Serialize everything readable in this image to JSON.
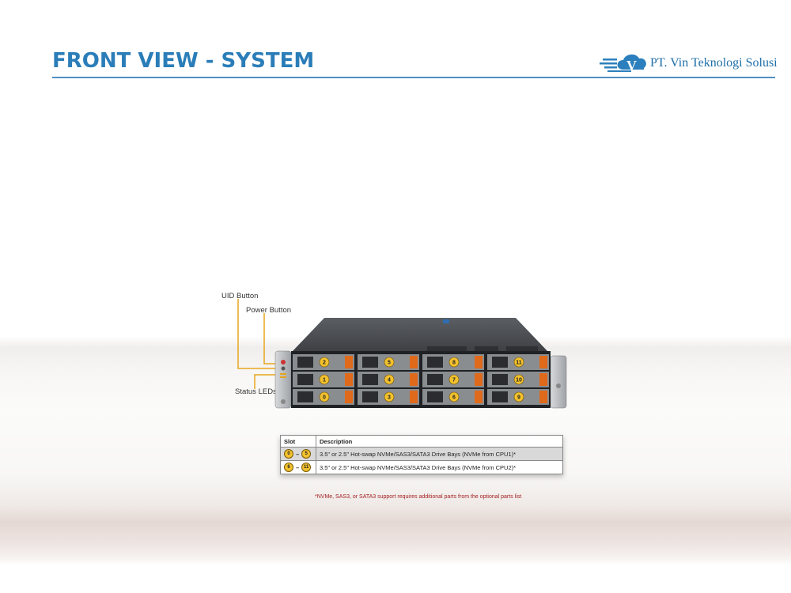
{
  "header": {
    "title": "FRONT VIEW - SYSTEM"
  },
  "logo": {
    "text": "PT. Vin Teknologi Solusi",
    "mark_letter": "V",
    "icon": "cloud-v-logo-icon",
    "color": "#1f6fa8"
  },
  "diagram": {
    "callouts": {
      "uid_button": "UID Button",
      "power_button": "Power Button",
      "status_leds": "Status LEDs"
    },
    "callout_color": "#e7a51c",
    "drive_bays": {
      "columns": [
        [
          "2",
          "1",
          "0"
        ],
        [
          "5",
          "4",
          "3"
        ],
        [
          "8",
          "7",
          "6"
        ],
        [
          "11",
          "10",
          "9"
        ]
      ]
    }
  },
  "slot_table": {
    "headers": [
      "Slot",
      "Description"
    ],
    "rows": [
      {
        "from": "0",
        "to": "5",
        "description": "3.5\" or 2.5\" Hot-swap NVMe/SAS3/SATA3 Drive Bays (NVMe from CPU1)*"
      },
      {
        "from": "6",
        "to": "11",
        "description": "3.5\" or 2.5\" Hot-swap NVMe/SAS3/SATA3 Drive Bays (NVMe from CPU2)*"
      }
    ]
  },
  "footnote": "*NVMe, SAS3, or SATA3 support requires additional parts from the optional parts list"
}
